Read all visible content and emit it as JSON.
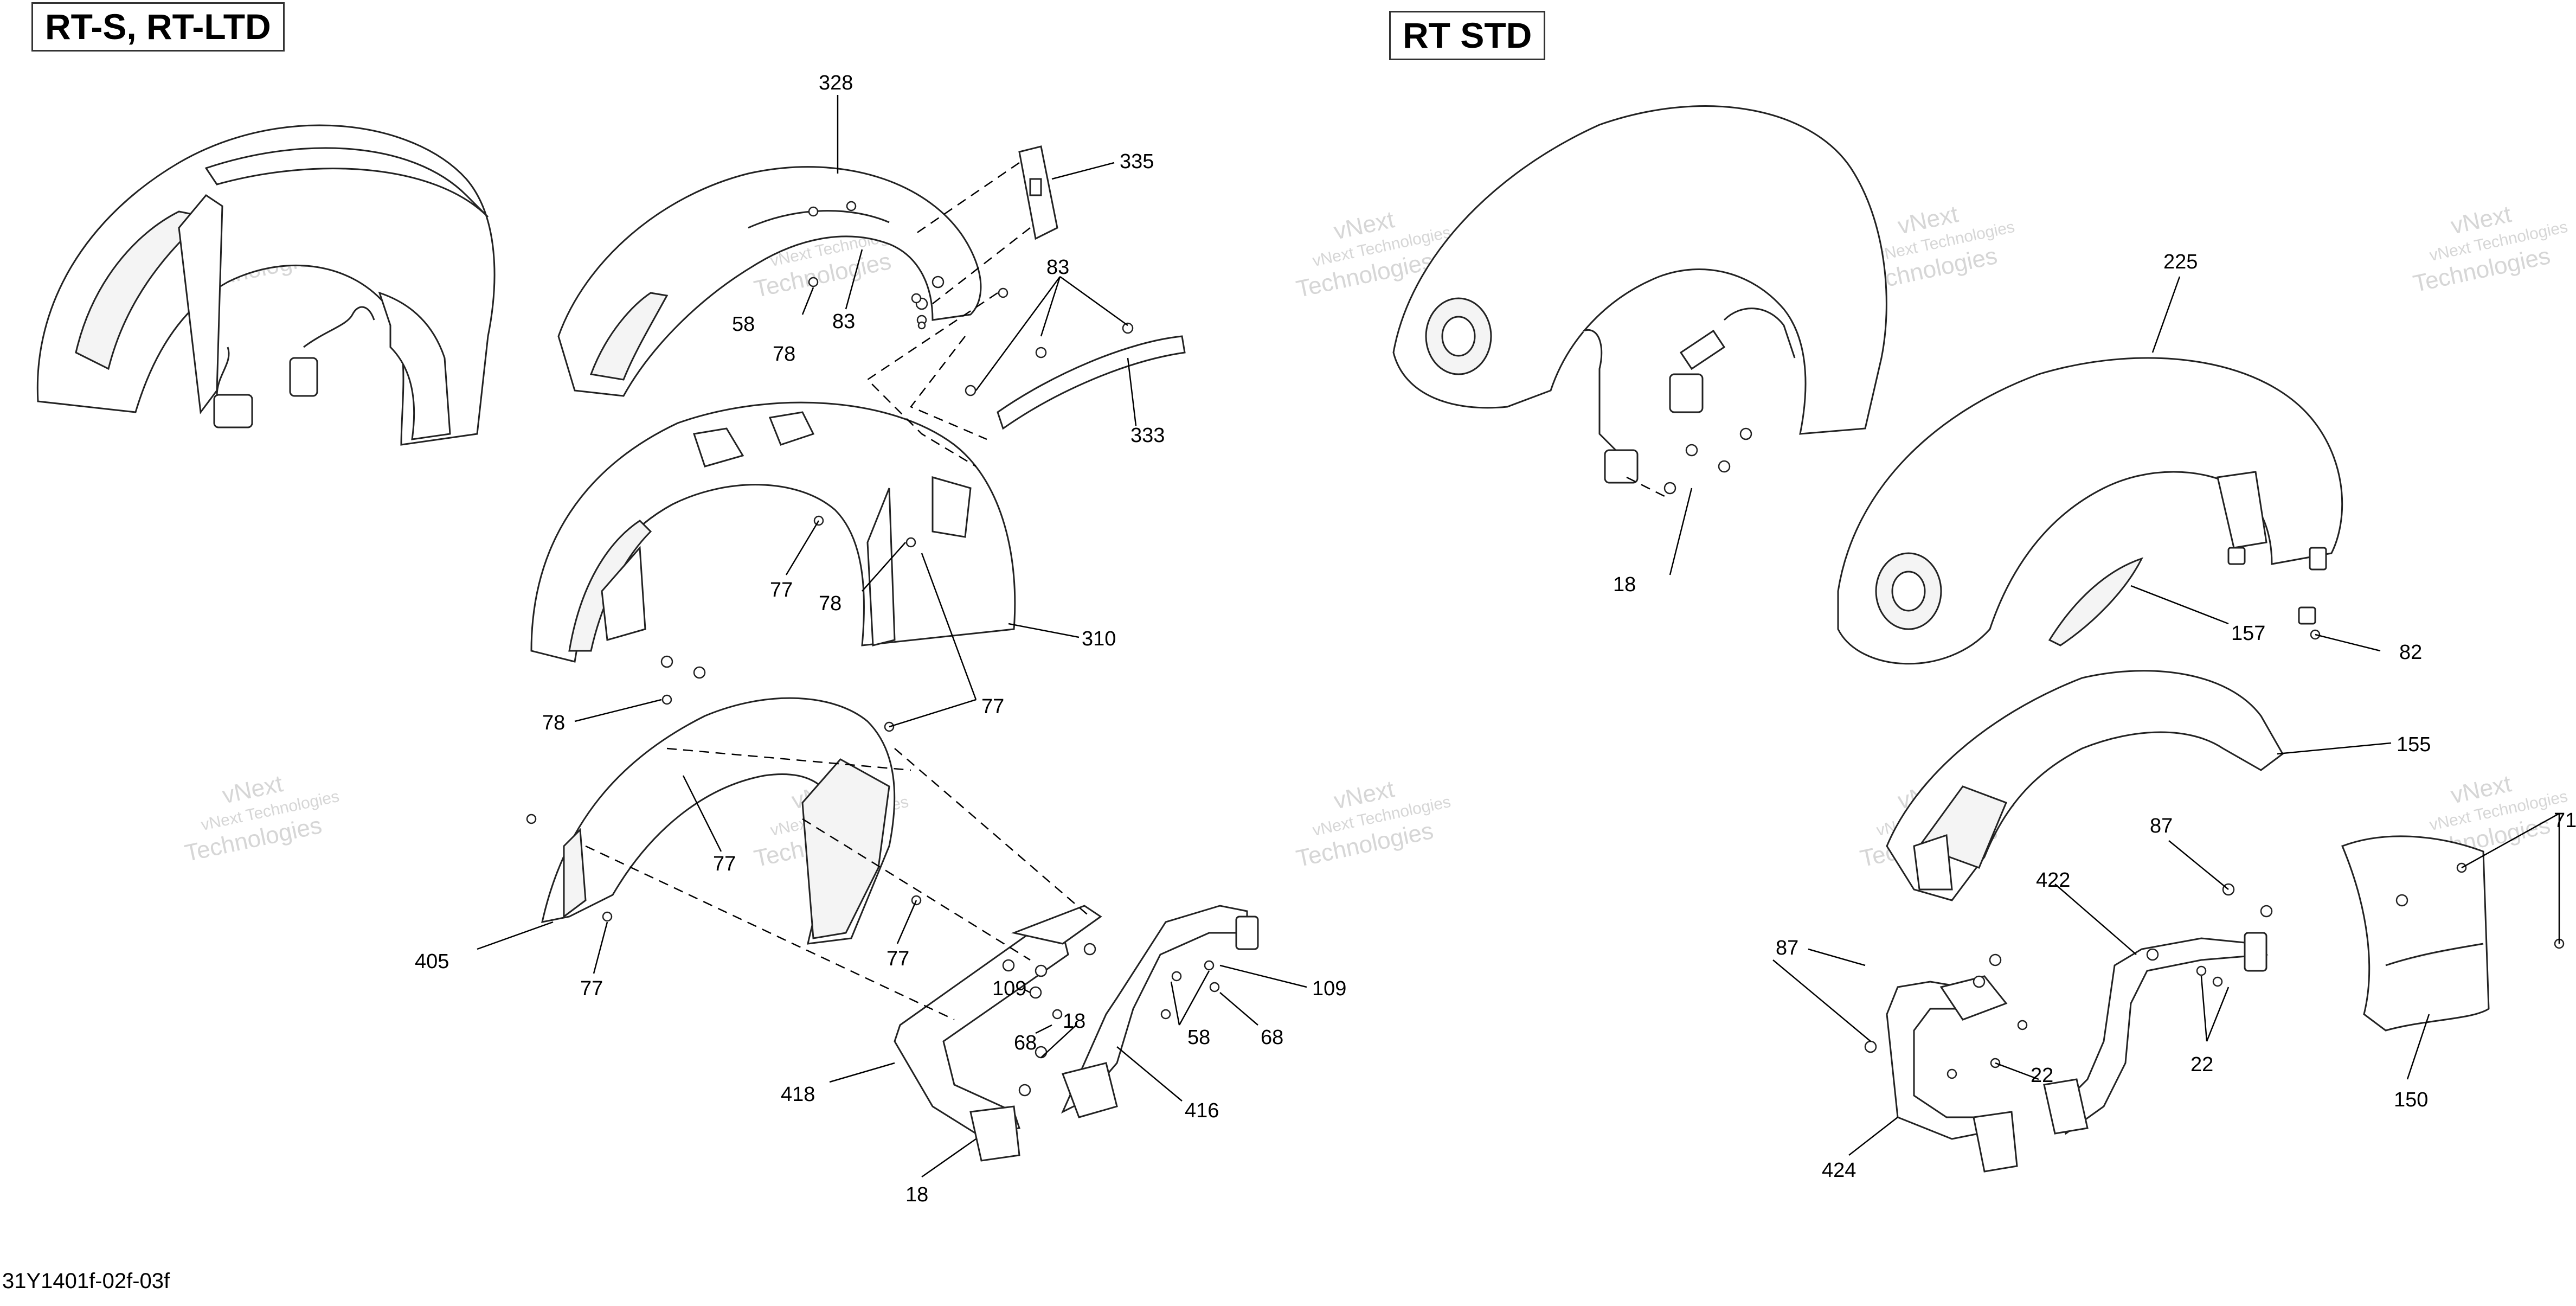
{
  "sections": {
    "left_title": "RT-S, RT-LTD",
    "right_title": "RT STD"
  },
  "footer_code": "31Y1401f-02f-03f",
  "watermark": {
    "line1": "vNext",
    "line2": "vNext Technologies",
    "line3": "Technologies"
  },
  "callouts": [
    {
      "id": "c328",
      "text": "328"
    },
    {
      "id": "c335",
      "text": "335"
    },
    {
      "id": "c83a",
      "text": "83"
    },
    {
      "id": "c83b",
      "text": "83"
    },
    {
      "id": "c58a",
      "text": "58"
    },
    {
      "id": "c78a",
      "text": "78"
    },
    {
      "id": "c333",
      "text": "333"
    },
    {
      "id": "c77a",
      "text": "77"
    },
    {
      "id": "c78b",
      "text": "78"
    },
    {
      "id": "c310",
      "text": "310"
    },
    {
      "id": "c78c",
      "text": "78"
    },
    {
      "id": "c77b",
      "text": "77"
    },
    {
      "id": "c77c",
      "text": "77"
    },
    {
      "id": "c405",
      "text": "405"
    },
    {
      "id": "c77d",
      "text": "77"
    },
    {
      "id": "c77e",
      "text": "77"
    },
    {
      "id": "c109a",
      "text": "109"
    },
    {
      "id": "c68a",
      "text": "68"
    },
    {
      "id": "c18a",
      "text": "18"
    },
    {
      "id": "c58b",
      "text": "58"
    },
    {
      "id": "c109b",
      "text": "109"
    },
    {
      "id": "c68b",
      "text": "68"
    },
    {
      "id": "c418",
      "text": "418"
    },
    {
      "id": "c416",
      "text": "416"
    },
    {
      "id": "c18b",
      "text": "18"
    },
    {
      "id": "c18c",
      "text": "18"
    },
    {
      "id": "c225",
      "text": "225"
    },
    {
      "id": "c157",
      "text": "157"
    },
    {
      "id": "c82",
      "text": "82"
    },
    {
      "id": "c155",
      "text": "155"
    },
    {
      "id": "c87a",
      "text": "87"
    },
    {
      "id": "c422",
      "text": "422"
    },
    {
      "id": "c87b",
      "text": "87"
    },
    {
      "id": "c22a",
      "text": "22"
    },
    {
      "id": "c22b",
      "text": "22"
    },
    {
      "id": "c424",
      "text": "424"
    },
    {
      "id": "c150",
      "text": "150"
    },
    {
      "id": "c71",
      "text": "71"
    }
  ]
}
